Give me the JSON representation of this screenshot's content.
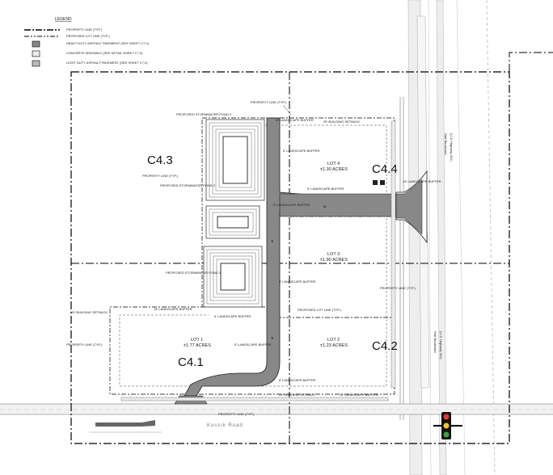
{
  "legend": {
    "title": "LEGEND",
    "items": [
      "PROPERTY LINE (TYP.)",
      "PROPOSED LOT LINE (TYP.)",
      "HEAVY DUTY ASPHALT PAVEMENT (SEE SHEET C7.0)",
      "CONCRETE SIDEWALK (SEE DETAIL SHEET C7.0)",
      "LIGHT DUTY ASPHALT PAVEMENT (SEE SHEET C7.0)"
    ]
  },
  "sheets": [
    "C4.3",
    "C4.4",
    "C4.1",
    "C4.2"
  ],
  "lots": {
    "lot4": {
      "name": "LOT 4",
      "area": "±1.30 ACRES"
    },
    "lot3": {
      "name": "LOT 3",
      "area": "±1.90 ACRES"
    },
    "lot2": {
      "name": "LOT 2",
      "area": "±1.23 ACRES"
    },
    "lot1": {
      "name": "LOT 1",
      "area": "±1.77 ACRES"
    }
  },
  "ponds": {
    "pond3": "PROPOSED STORMWATER POND 3",
    "pond2": "PROPOSED STORMWATER POND 2",
    "pond1": "PROPOSED STORMWATER POND 1"
  },
  "labels": {
    "property_line": "PROPERTY LINE (TYP.)",
    "lot_line": "PROPOSED LOT LINE (TYP.)",
    "buffer_15": "15' LANDSCAPE BUFFER",
    "buffer_5": "5' LANDSCAPE BUFFER",
    "building_setback": "25' BUILDING SETBACK",
    "building_setback_20": "20' BUILDING SETBACK"
  },
  "roads": {
    "kossik": "Kossik Road",
    "galt": "Galt Boulevard",
    "galt_highway": "(U.S. Highway 301)"
  }
}
